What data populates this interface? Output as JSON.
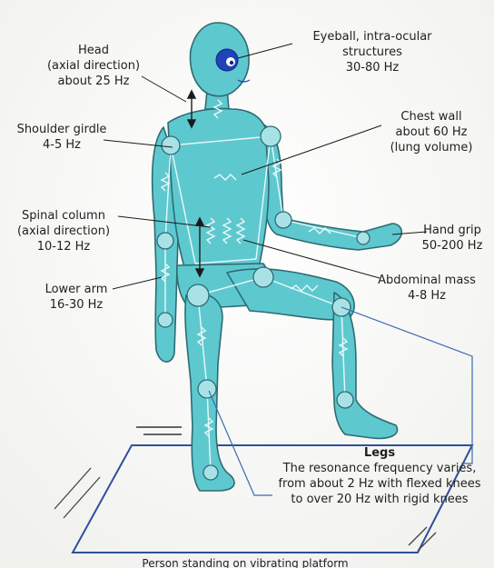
{
  "colors": {
    "body_fill": "#5ec8cf",
    "body_outline": "#2d6c72",
    "joint_fill": "#a9e2e6",
    "spring": "#eaf8fa",
    "platform": "#2e4f9e",
    "pointer": "#3a6bb3",
    "eye": "#1e44b8"
  },
  "labels": {
    "head": [
      "Head",
      "(axial direction)",
      "about 25 Hz"
    ],
    "eyeball": [
      "Eyeball, intra-ocular",
      "structures",
      "30-80 Hz"
    ],
    "shoulder": [
      "Shoulder girdle",
      "4-5 Hz"
    ],
    "chest": [
      "Chest wall",
      "about 60 Hz",
      "(lung volume)"
    ],
    "spinal": [
      "Spinal column",
      "(axial direction)",
      "10-12 Hz"
    ],
    "hand": [
      "Hand grip",
      "50-200 Hz"
    ],
    "lowerarm": [
      "Lower arm",
      "16-30 Hz"
    ],
    "abdominal": [
      "Abdominal mass",
      "4-8 Hz"
    ],
    "legs_title": "Legs",
    "legs_body": [
      "The resonance frequency varies,",
      "from about 2 Hz with flexed knees",
      "to over 20 Hz with rigid knees"
    ],
    "platform_caption": "Person standing on vibrating platform"
  }
}
